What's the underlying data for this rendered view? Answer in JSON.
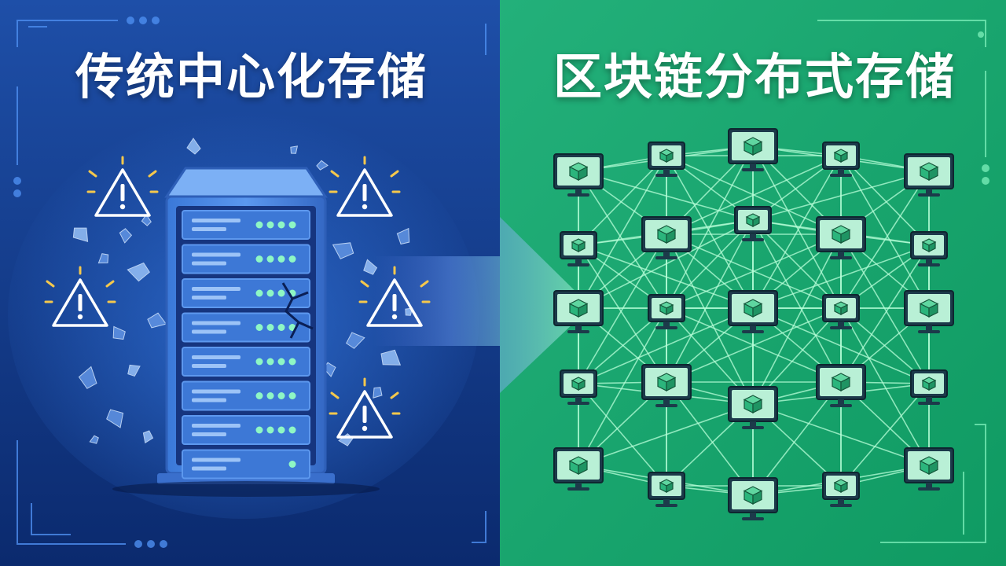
{
  "left_panel": {
    "title": "传统中心化存储",
    "color_top": "#1e4fa8",
    "color_bottom": "#0b2a6e",
    "accent": "#4da3ff",
    "warning_color": "#f5c84c"
  },
  "right_panel": {
    "title": "区块链分布式存储",
    "color_top": "#23b07a",
    "color_bottom": "#0f9a62",
    "node_screen": "#b9f0d6",
    "cube_color": "#2bb57c",
    "link_color": "#b8ffd9"
  },
  "server": {
    "units": 8,
    "lights_per_unit": 4
  },
  "icons": {
    "warning": "warning-triangle-icon",
    "server": "server-rack-icon",
    "node": "computer-node-icon",
    "block": "block-cube-icon",
    "arrow": "transition-arrow-icon"
  }
}
